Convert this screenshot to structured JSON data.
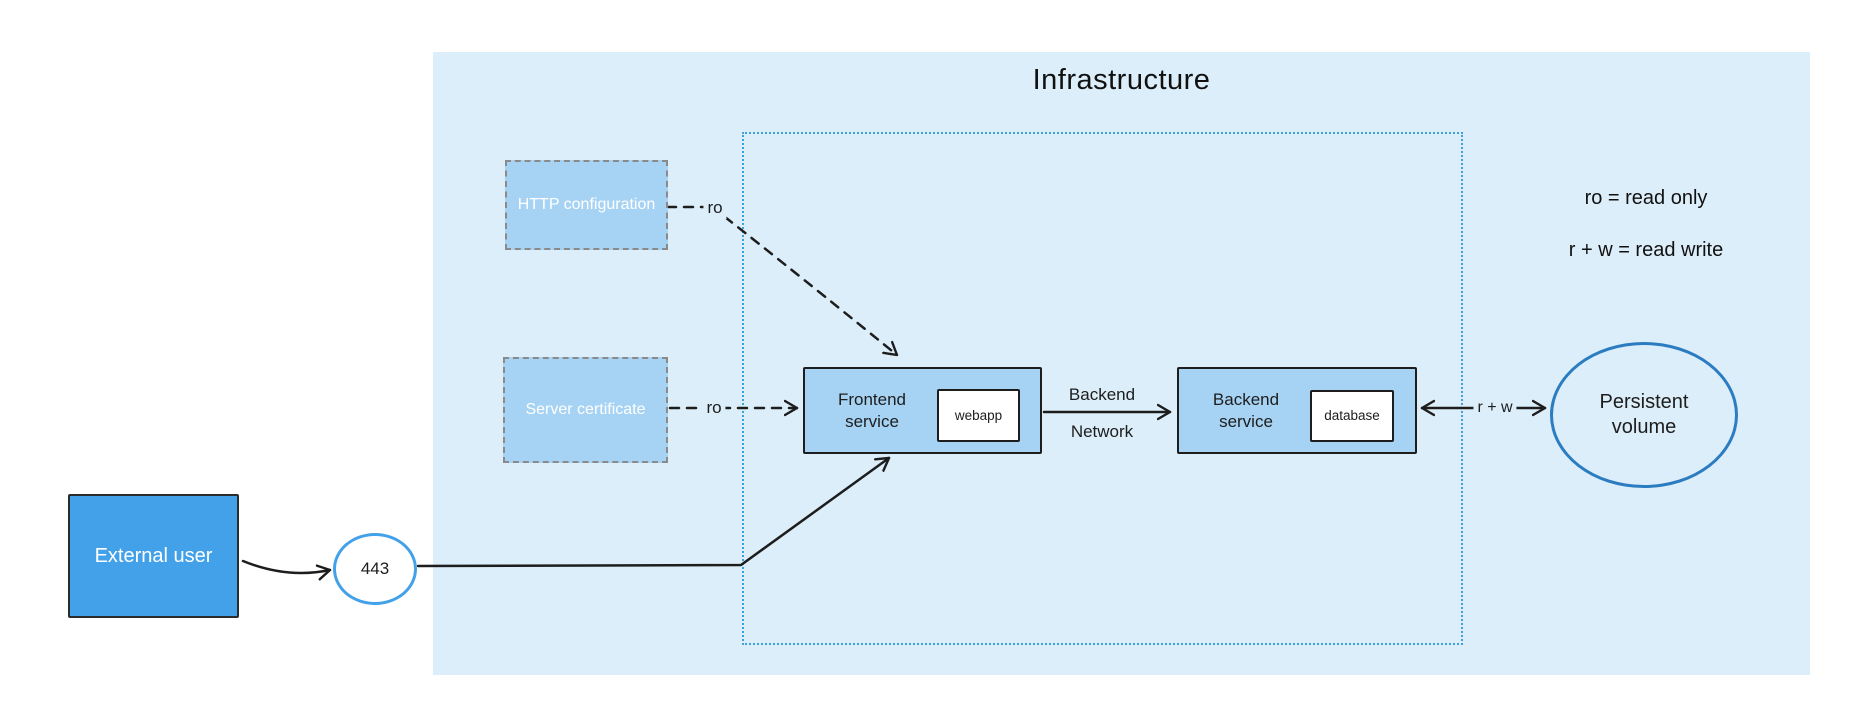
{
  "title": "Infrastructure",
  "legend": {
    "line1": "ro = read only",
    "line2": "r + w = read write"
  },
  "nodes": {
    "http_config": {
      "label": "HTTP configuration"
    },
    "server_cert": {
      "label": "Server certificate"
    },
    "external_user": {
      "label": "External user"
    },
    "port": {
      "label": "443"
    },
    "frontend": {
      "label": "Frontend service",
      "inner": "webapp"
    },
    "backend": {
      "label": "Backend service",
      "inner": "database"
    },
    "volume": {
      "label": "Persistent volume"
    }
  },
  "edges": {
    "http_ro": {
      "label": "ro"
    },
    "cert_ro": {
      "label": "ro"
    },
    "backend_network": {
      "line1": "Backend",
      "line2": "Network"
    },
    "read_write": {
      "label": "r + w"
    }
  },
  "colors": {
    "panel_bg": "#dceef9",
    "box_blue": "#a6d3f4",
    "bright_blue": "#42a1e8",
    "ellipse_stroke": "#2b7cc1",
    "boundary_dots": "#3fa0da",
    "dashed_border": "#8a8a8a",
    "ink": "#1d1d1d"
  }
}
